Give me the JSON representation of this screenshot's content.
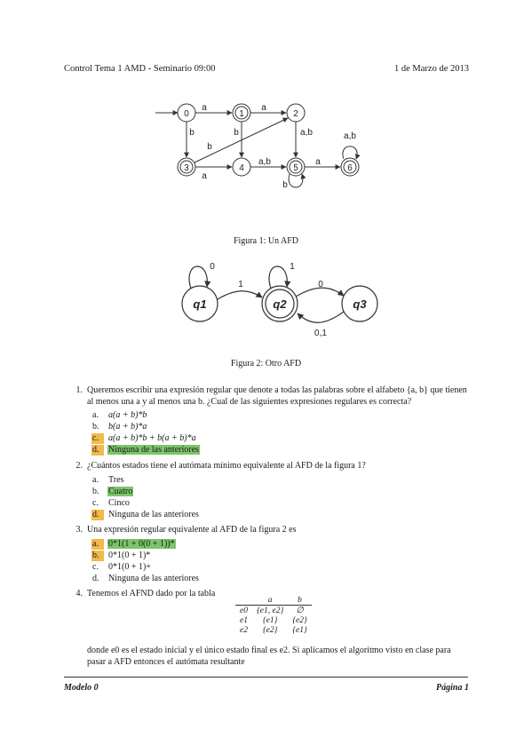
{
  "header": {
    "left": "Control Tema 1 AMD - Seminario 09:00",
    "right": "1 de Marzo de 2013"
  },
  "figure1": {
    "caption": "Figura 1: Un AFD",
    "states": [
      "0",
      "1",
      "2",
      "3",
      "4",
      "5",
      "6"
    ],
    "edge_labels": {
      "e01": "a",
      "e12": "a",
      "e03": "b",
      "e14": "b",
      "e32": "b",
      "e25": "a,b",
      "e34": "a",
      "e45": "a,b",
      "e56": "a",
      "e55": "b",
      "e66": "a,b"
    }
  },
  "figure2": {
    "caption": "Figura 2: Otro AFD",
    "states": [
      "q1",
      "q2",
      "q3"
    ],
    "edge_labels": {
      "loop1": "0",
      "loop2": "1",
      "e12": "1",
      "e23": "0",
      "e32": "0,1"
    }
  },
  "questions": [
    {
      "num": "1.",
      "text": "Queremos escribir una expresión regular que denote a todas las palabras sobre el alfabeto {a, b} que tienen al menos una a y al menos una b. ¿Cual de las siguientes expresiones regulares es correcta?",
      "options": [
        {
          "letter": "a.",
          "text": "a(a + b)*b",
          "hl_letter": "",
          "hl_text": ""
        },
        {
          "letter": "b.",
          "text": "b(a + b)*a",
          "hl_letter": "",
          "hl_text": ""
        },
        {
          "letter": "c.",
          "text": "a(a + b)*b + b(a + b)*a",
          "hl_letter": "orange",
          "hl_text": ""
        },
        {
          "letter": "d.",
          "text": "Ninguna de las anteriores",
          "hl_letter": "orange",
          "hl_text": "green"
        }
      ]
    },
    {
      "num": "2.",
      "text": "¿Cuántos estados tiene el autómata mínimo equivalente al AFD de la figura 1?",
      "options": [
        {
          "letter": "a.",
          "text": "Tres",
          "hl_letter": "",
          "hl_text": ""
        },
        {
          "letter": "b.",
          "text": "Cuatro",
          "hl_letter": "",
          "hl_text": "green"
        },
        {
          "letter": "c.",
          "text": "Cinco",
          "hl_letter": "",
          "hl_text": ""
        },
        {
          "letter": "d.",
          "text": "Ninguna de las anteriores",
          "hl_letter": "orange",
          "hl_text": ""
        }
      ]
    },
    {
      "num": "3.",
      "text": "Una expresión regular equivalente al AFD de la figura 2 es",
      "options": [
        {
          "letter": "a.",
          "text": "0*1(1 + 0(0 + 1))*",
          "hl_letter": "orange",
          "hl_text": "green"
        },
        {
          "letter": "b.",
          "text": "0*1(0 + 1)*",
          "hl_letter": "orange",
          "hl_text": ""
        },
        {
          "letter": "c.",
          "text": "0*1(0 + 1)+",
          "hl_letter": "",
          "hl_text": ""
        },
        {
          "letter": "d.",
          "text": "Ninguna de las anteriores",
          "hl_letter": "",
          "hl_text": ""
        }
      ]
    },
    {
      "num": "4.",
      "text": "Tenemos el AFND dado por la tabla",
      "table": {
        "columns": [
          "",
          "a",
          "b"
        ],
        "rows": [
          [
            "e0",
            "{e1, e2}",
            "∅"
          ],
          [
            "e1",
            "{e1}",
            "{e2}"
          ],
          [
            "e2",
            "{e2}",
            "{e1}"
          ]
        ]
      },
      "after": "donde e0 es el estado inicial y el único estado final es e2. Si aplicamos el algoritmo visto en clase para pasar a AFD entonces el autómata resultante"
    }
  ],
  "footer": {
    "left": "Modelo 0",
    "right": "Página 1"
  },
  "colors": {
    "orange": "#f2b94b",
    "green": "#7cc56a"
  }
}
